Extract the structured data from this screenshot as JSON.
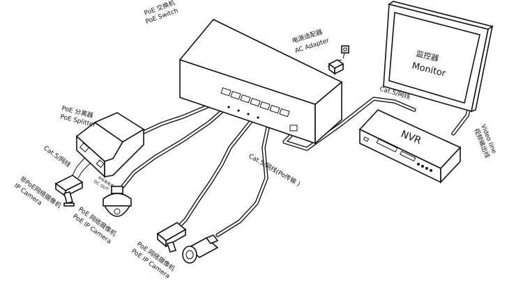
{
  "switch": {
    "label_cn": "PoE 交换机",
    "label_en": "PoE Switch"
  },
  "adapter": {
    "label_cn": "电源适配器",
    "label_en": "AC Adapter"
  },
  "monitor": {
    "label_cn": "监控器",
    "label_en": "Monitor"
  },
  "nvr": {
    "label": "NVR"
  },
  "video_line": {
    "label_cn": "视频输出线",
    "label_en": "Video line"
  },
  "cat5_nvr": {
    "label": "Cat.5/网线"
  },
  "cat5_poe": {
    "label": "Cat.5/网线(Po传输 )"
  },
  "splitter": {
    "label_cn": "PoE 分离器",
    "label_en": "PoE Splitter",
    "port_dc": "DC OUT",
    "port_cn": "非标准电源输出"
  },
  "cat5_splitter": {
    "label": "Cat.5/网线"
  },
  "camera_nonpoe": {
    "label_cn": "非PoE网络摄像机",
    "label_en": "IP Camera"
  },
  "camera_poe_dome": {
    "label_cn": "PoE 网络摄像机",
    "label_en": "PoE IP Camera"
  },
  "camera_poe_bottom": {
    "label_cn": "PoE 网络摄像机",
    "label_en": "PoE IP Camera"
  }
}
